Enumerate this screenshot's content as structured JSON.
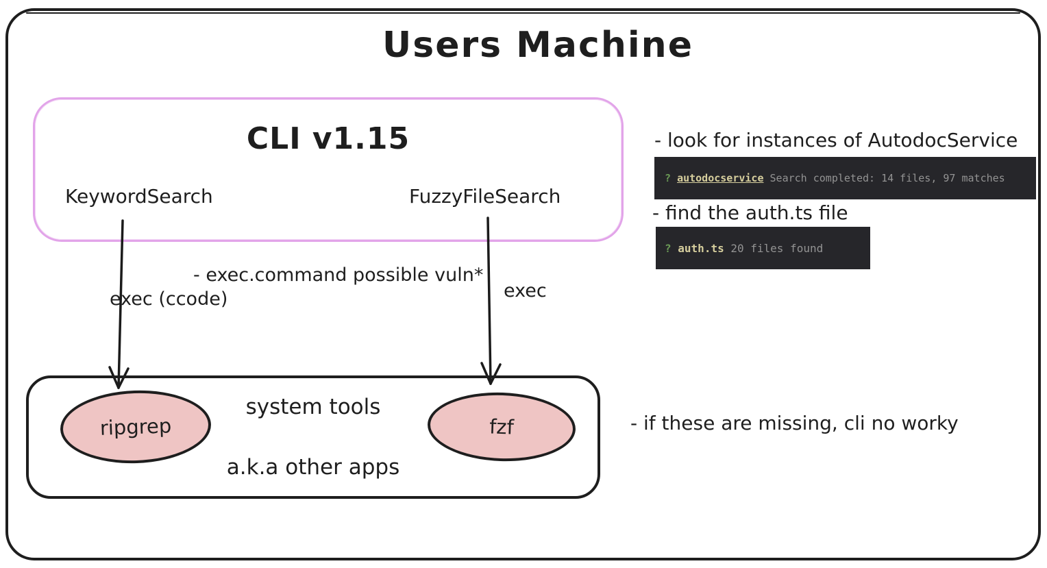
{
  "title": "Users Machine",
  "cli_box": {
    "title": "CLI v1.15",
    "features": [
      {
        "label": "KeywordSearch"
      },
      {
        "label": "FuzzyFileSearch"
      }
    ]
  },
  "arrow_labels": {
    "vuln_note": "- exec.command possible vuln*",
    "left_exec": "exec  (ccode)",
    "right_exec": "exec"
  },
  "tools_box": {
    "title": "system tools",
    "subtitle": "a.k.a other apps",
    "tools": [
      {
        "name": "ripgrep"
      },
      {
        "name": "fzf"
      }
    ]
  },
  "side_notes": {
    "autodoc": "- look for instances of AutodocService",
    "findfile": "- find the auth.ts file",
    "missing": "- if these are missing, cli no worky"
  },
  "terminals": [
    {
      "prompt": "?",
      "query": "autodocservice",
      "result": "Search completed: 14 files, 97 matches"
    },
    {
      "prompt": "?",
      "query": "auth.ts",
      "result": "20 files found"
    }
  ],
  "colors": {
    "outline": "#1e1e1e",
    "cli_border": "#e2a4e9",
    "ellipse_fill": "#efc5c4",
    "terminal_bg": "#26262a",
    "terminal_prompt": "#6a9955",
    "terminal_query": "#d6ce9d",
    "terminal_text": "#939393"
  }
}
